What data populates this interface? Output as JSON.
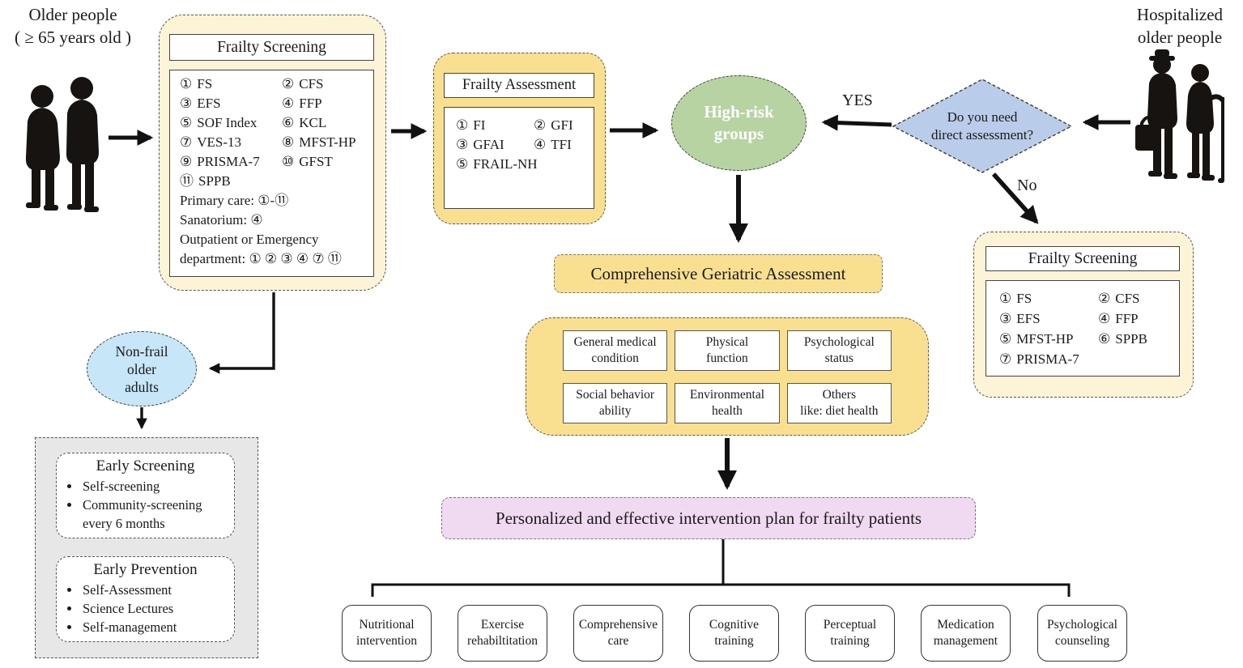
{
  "colors": {
    "cream_panel": "#fdf4d7",
    "gold_panel": "#f9e091",
    "high_risk_green": "#b6d3a1",
    "decision_diamond": "#b9cce9",
    "non_frail_blue": "#c7e6f8",
    "intervention_pink": "#f0daf1",
    "prevention_gray": "#e7e7e7",
    "silhouette_black": "#161310"
  },
  "top_left": {
    "line1": "Older people",
    "line2": "( ≥ 65 years old )"
  },
  "top_right": {
    "line1": "Hospitalized",
    "line2": "older people"
  },
  "left_screening": {
    "title": "Frailty Screening",
    "tools": [
      {
        "num": "①",
        "label": "FS"
      },
      {
        "num": "②",
        "label": "CFS"
      },
      {
        "num": "③",
        "label": "EFS"
      },
      {
        "num": "④",
        "label": "FFP"
      },
      {
        "num": "⑤",
        "label": "SOF Index"
      },
      {
        "num": "⑥",
        "label": "KCL"
      },
      {
        "num": "⑦",
        "label": "VES-13"
      },
      {
        "num": "⑧",
        "label": "MFST-HP"
      },
      {
        "num": "⑨",
        "label": "PRISMA-7"
      },
      {
        "num": "⑩",
        "label": "GFST"
      },
      {
        "num": "⑪",
        "label": "SPPB"
      }
    ],
    "notes": [
      "Primary care: ①-⑪",
      "Sanatorium: ④",
      "Outpatient or Emergency",
      "department: ① ② ③ ④ ⑦ ⑪"
    ]
  },
  "frailty_assessment": {
    "title": "Frailty Assessment",
    "tools": [
      {
        "num": "①",
        "label": "FI"
      },
      {
        "num": "②",
        "label": "GFI"
      },
      {
        "num": "③",
        "label": "GFAI"
      },
      {
        "num": "④",
        "label": "TFI"
      },
      {
        "num": "⑤",
        "label": "FRAIL-NH"
      }
    ]
  },
  "high_risk": {
    "line1": "High-risk",
    "line2": "groups"
  },
  "decision": {
    "line1": "Do you need",
    "line2": "direct assessment?",
    "yes_label": "YES",
    "no_label": "No"
  },
  "right_screening": {
    "title": "Frailty Screening",
    "tools": [
      {
        "num": "①",
        "label": "FS"
      },
      {
        "num": "②",
        "label": "CFS"
      },
      {
        "num": "③",
        "label": "EFS"
      },
      {
        "num": "④",
        "label": "FFP"
      },
      {
        "num": "⑤",
        "label": "MFST-HP"
      },
      {
        "num": "⑥",
        "label": "SPPB"
      },
      {
        "num": "⑦",
        "label": "PRISMA-7"
      }
    ]
  },
  "cga": {
    "title": "Comprehensive Geriatric Assessment",
    "domains": [
      {
        "line1": "General medical",
        "line2": "condition"
      },
      {
        "line1": "Physical",
        "line2": "function"
      },
      {
        "line1": "Psychological",
        "line2": "status"
      },
      {
        "line1": "Social behavior",
        "line2": "ability"
      },
      {
        "line1": "Environmental",
        "line2": "health"
      },
      {
        "line1": "Others",
        "line2": "like: diet health"
      }
    ]
  },
  "non_frail": {
    "line1": "Non-frail",
    "line2": "older",
    "line3": "adults"
  },
  "prevention_panel": {
    "early_screening": {
      "title": "Early Screening",
      "bullets": [
        "Self-screening",
        "Community-screening every 6 months"
      ]
    },
    "early_prevention": {
      "title": "Early Prevention",
      "bullets": [
        "Self-Assessment",
        "Science Lectures",
        "Self-management"
      ]
    }
  },
  "intervention": {
    "title": "Personalized and effective intervention plan for frailty patients",
    "options": [
      {
        "line1": "Nutritional",
        "line2": "intervention"
      },
      {
        "line1": "Exercise",
        "line2": "rehabiltitation"
      },
      {
        "line1": "Comprehensive",
        "line2": "care"
      },
      {
        "line1": "Cognitive",
        "line2": "training"
      },
      {
        "line1": "Perceptual",
        "line2": "training"
      },
      {
        "line1": "Medication",
        "line2": "management"
      },
      {
        "line1": "Psychological",
        "line2": "counseling"
      }
    ]
  }
}
